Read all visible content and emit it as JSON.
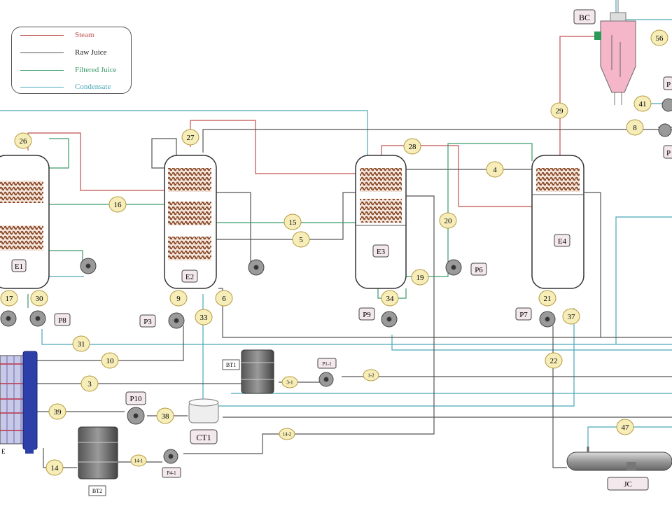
{
  "legend": {
    "items": [
      {
        "label": "Steam",
        "color": "#c0504d"
      },
      {
        "label": "Raw Juice",
        "color": "#555555"
      },
      {
        "label": "Filtered Juice",
        "color": "#3a9a6a"
      },
      {
        "label": "Condensate",
        "color": "#4aa8b8"
      }
    ]
  },
  "colors": {
    "steam": "#c0504d",
    "raw_juice": "#555555",
    "filtered_juice": "#3a9a6a",
    "condensate": "#4aa8b8",
    "tag_fill": "#f6edb9",
    "tag_stroke": "#b59a3e",
    "coil": "#8a4a2a",
    "heat_exchanger": "#2d3fa8",
    "boiler": "#f4b6c8"
  },
  "equipment": {
    "evaporators": [
      "E1",
      "E2",
      "E3",
      "E4"
    ],
    "pumps": [
      "P8",
      "P3",
      "P9",
      "P7",
      "P6",
      "P10",
      "P1-1",
      "P4-1",
      "P",
      "P"
    ],
    "tanks": [
      "BT1",
      "BT2",
      "CT1"
    ],
    "boiler": "BC",
    "juice_heater": "JC",
    "heat_exchanger": "E"
  },
  "stream_tags": [
    "26",
    "27",
    "28",
    "29",
    "56",
    "41",
    "8",
    "16",
    "4",
    "15",
    "5",
    "20",
    "17",
    "30",
    "9",
    "33",
    "6",
    "34",
    "19",
    "21",
    "37",
    "31",
    "10",
    "3",
    "3-1",
    "1-2",
    "22",
    "39",
    "38",
    "14-2",
    "47",
    "14",
    "14-1"
  ]
}
